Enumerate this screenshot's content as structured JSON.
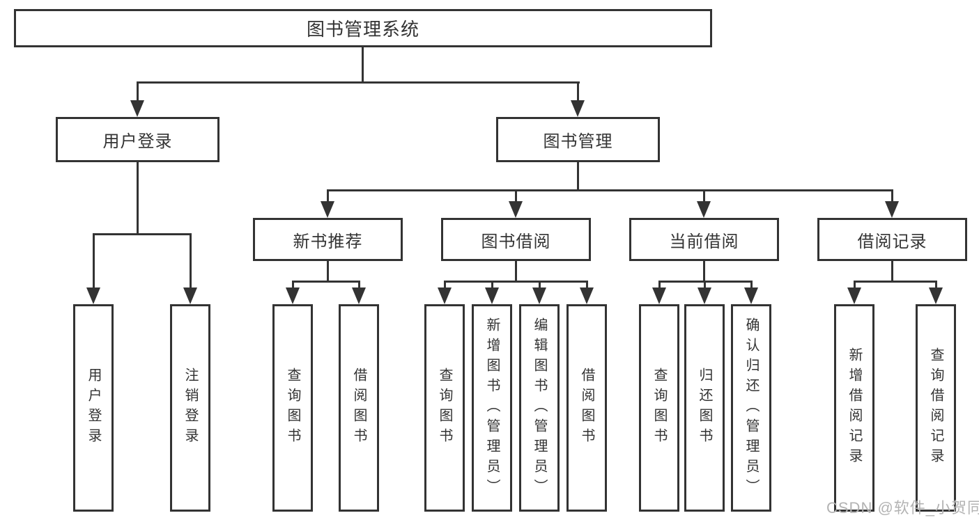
{
  "diagram": {
    "root": {
      "label": "图书管理系统"
    },
    "level2": [
      {
        "label": "用户登录",
        "children": [
          {
            "label": "用户登录"
          },
          {
            "label": "注销登录"
          }
        ]
      },
      {
        "label": "图书管理",
        "children": [
          {
            "label": "新书推荐",
            "children": [
              {
                "label": "查询图书"
              },
              {
                "label": "借阅图书"
              }
            ]
          },
          {
            "label": "图书借阅",
            "children": [
              {
                "label": "查询图书"
              },
              {
                "label": "新增图书（管理员）"
              },
              {
                "label": "编辑图书（管理员）"
              },
              {
                "label": "借阅图书"
              }
            ]
          },
          {
            "label": "当前借阅",
            "children": [
              {
                "label": "查询图书"
              },
              {
                "label": "归还图书"
              },
              {
                "label": "确认归还（管理员）"
              }
            ]
          },
          {
            "label": "借阅记录",
            "children": [
              {
                "label": "新增借阅记录"
              },
              {
                "label": "查询借阅记录"
              }
            ]
          }
        ]
      }
    ]
  },
  "watermark": {
    "text": "CSDN @软件_小贺同学"
  },
  "colors": {
    "line": "#333333",
    "text": "#333333",
    "watermark": "#b3b3b3",
    "background": "#ffffff"
  }
}
